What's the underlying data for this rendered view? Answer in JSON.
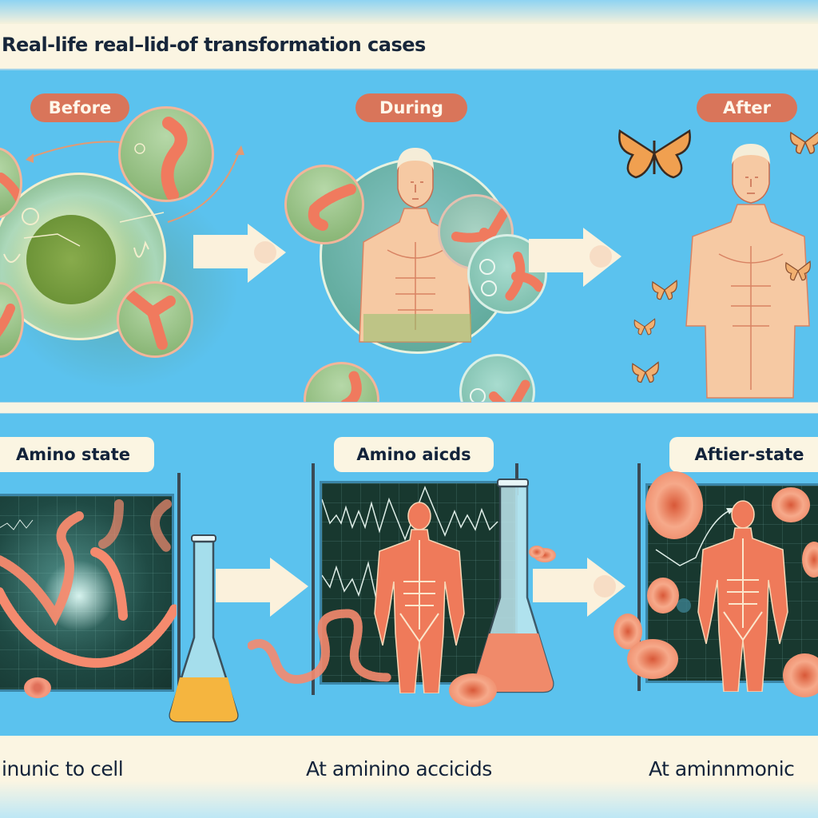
{
  "header": {
    "title": "Real-life real–lid-of transformation cases"
  },
  "top_panel": {
    "stages": [
      {
        "badge": "Before",
        "subject": "cell-with-chromosomes"
      },
      {
        "badge": "During",
        "subject": "human-torso-with-chromosomes"
      },
      {
        "badge": "After",
        "subject": "human-torso-with-butterflies"
      }
    ],
    "colors": {
      "badge_bg": "#d9755a",
      "badge_text": "#fff7ea",
      "background": "#5bc2ee",
      "arrow": "#fbf1dc"
    }
  },
  "bottom_panel": {
    "stages": [
      {
        "label": "Amino state",
        "subject": "board-with-protein-strands-and-flask"
      },
      {
        "label": "Amino aicds",
        "subject": "board-with-muscle-figure-and-flask"
      },
      {
        "label": "Aftier-state",
        "subject": "board-with-muscle-figure-and-blood-cells"
      }
    ],
    "colors": {
      "label_bg": "#fbf5e2",
      "label_text": "#13233a",
      "board": "#1f4a44",
      "flask_liquid_1": "#f5b53f",
      "flask_liquid_2": "#f08a6a"
    }
  },
  "captions": [
    "inunic to cell",
    "At aminino accicids",
    "At aminnmonic"
  ]
}
